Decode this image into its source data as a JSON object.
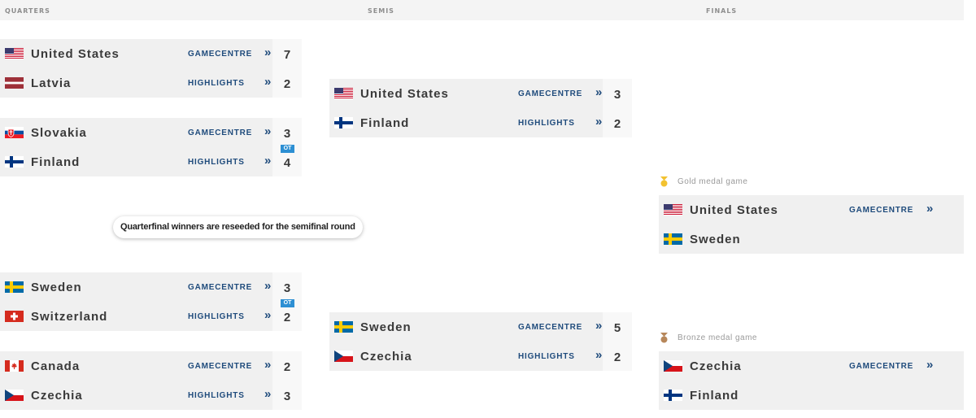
{
  "header": {
    "quarters": "QUARTERS",
    "semis": "SEMIS",
    "finals": "FINALS"
  },
  "links": {
    "gamecentre": "GAMECENTRE",
    "highlights": "HIGHLIGHTS",
    "chevron": "»"
  },
  "badges": {
    "ot": "OT"
  },
  "note": "Quarterfinal winners are reseeded for the semifinal round",
  "quarters": [
    {
      "teams": [
        {
          "name": "United States",
          "flag": "us",
          "score": "7"
        },
        {
          "name": "Latvia",
          "flag": "lv",
          "score": "2"
        }
      ]
    },
    {
      "teams": [
        {
          "name": "Slovakia",
          "flag": "sk",
          "score": "3"
        },
        {
          "name": "Finland",
          "flag": "fi",
          "score": "4"
        }
      ],
      "ot": true
    },
    {
      "teams": [
        {
          "name": "Sweden",
          "flag": "se",
          "score": "3"
        },
        {
          "name": "Switzerland",
          "flag": "ch",
          "score": "2"
        }
      ],
      "ot": true
    },
    {
      "teams": [
        {
          "name": "Canada",
          "flag": "ca",
          "score": "2"
        },
        {
          "name": "Czechia",
          "flag": "cz",
          "score": "3"
        }
      ]
    }
  ],
  "semis": [
    {
      "teams": [
        {
          "name": "United States",
          "flag": "us",
          "score": "3"
        },
        {
          "name": "Finland",
          "flag": "fi",
          "score": "2"
        }
      ]
    },
    {
      "teams": [
        {
          "name": "Sweden",
          "flag": "se",
          "score": "5"
        },
        {
          "name": "Czechia",
          "flag": "cz",
          "score": "2"
        }
      ]
    }
  ],
  "finals": [
    {
      "label": "Gold medal game",
      "medal_color": "#f2c230",
      "teams": [
        {
          "name": "United States",
          "flag": "us"
        },
        {
          "name": "Sweden",
          "flag": "se"
        }
      ]
    },
    {
      "label": "Bronze medal game",
      "medal_color": "#b7875a",
      "teams": [
        {
          "name": "Czechia",
          "flag": "cz"
        },
        {
          "name": "Finland",
          "flag": "fi"
        }
      ]
    }
  ],
  "colors": {
    "link": "#1f4b7c",
    "ot_badge": "#2d8fd3",
    "box_bg": "#f0f0f0"
  }
}
